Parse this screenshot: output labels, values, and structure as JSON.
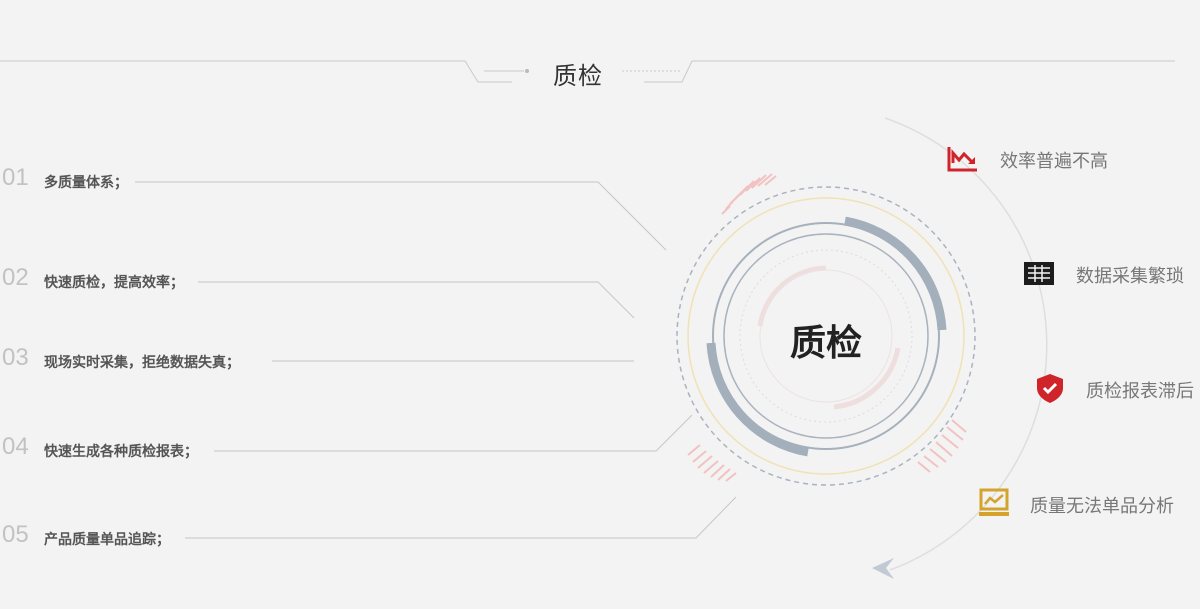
{
  "header": {
    "title": "质检"
  },
  "center": {
    "title": "质检"
  },
  "left_items": [
    {
      "num": "01",
      "text": "多质量体系；"
    },
    {
      "num": "02",
      "text": "快速质检，提高效率；"
    },
    {
      "num": "03",
      "text": "现场实时采集，拒绝数据失真；"
    },
    {
      "num": "04",
      "text": "快速生成各种质检报表；"
    },
    {
      "num": "05",
      "text": "产品质量单品追踪；"
    }
  ],
  "right_items": [
    {
      "label": "效率普遍不高",
      "icon": "chart-down-icon",
      "color": "#d0242b"
    },
    {
      "label": "数据采集繁琐",
      "icon": "table-icon",
      "color": "#1c1c1c"
    },
    {
      "label": "质检报表滞后",
      "icon": "shield-check-icon",
      "color": "#d0242b"
    },
    {
      "label": "质量无法单品分析",
      "icon": "line-chart-icon",
      "color": "#d4a32c"
    }
  ]
}
